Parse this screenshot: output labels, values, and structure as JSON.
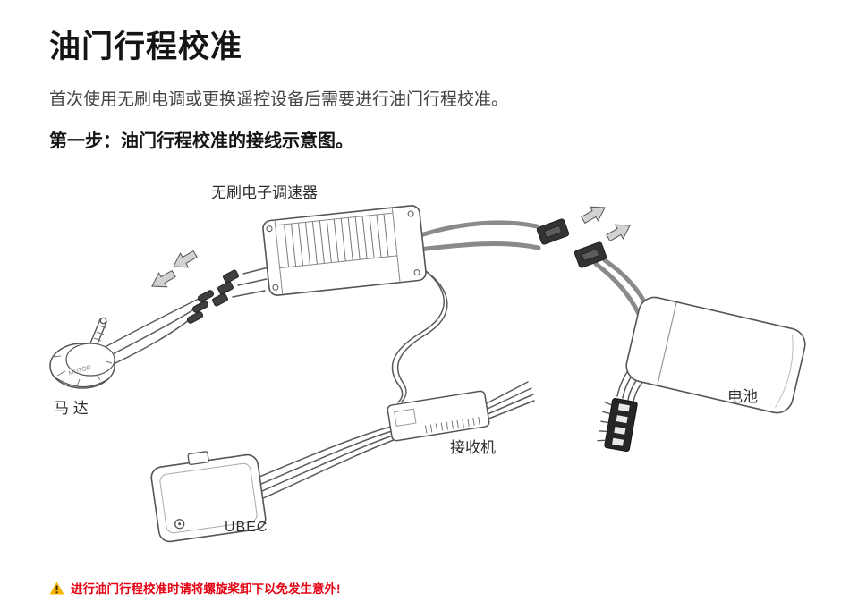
{
  "page": {
    "title": "油门行程校准",
    "intro": "首次使用无刷电调或更换遥控设备后需要进行油门行程校准。",
    "step_heading": "第一步：油门行程校准的接线示意图。",
    "warning_text": "进行油门行程校准时请将螺旋桨卸下以免发生意外!"
  },
  "diagram": {
    "labels": {
      "esc": "无刷电子调速器",
      "motor": "马 达",
      "battery": "电池",
      "receiver": "接收机",
      "ubec": "UBEC",
      "motor_marking": "MOTOR"
    },
    "icons": {
      "warning": "warning-triangle-icon"
    }
  },
  "colors": {
    "title_text": "#151515",
    "body_text": "#454545",
    "warning_text": "#e60012",
    "warning_icon": "#f7b500",
    "line_art": "#5a5a5a"
  }
}
